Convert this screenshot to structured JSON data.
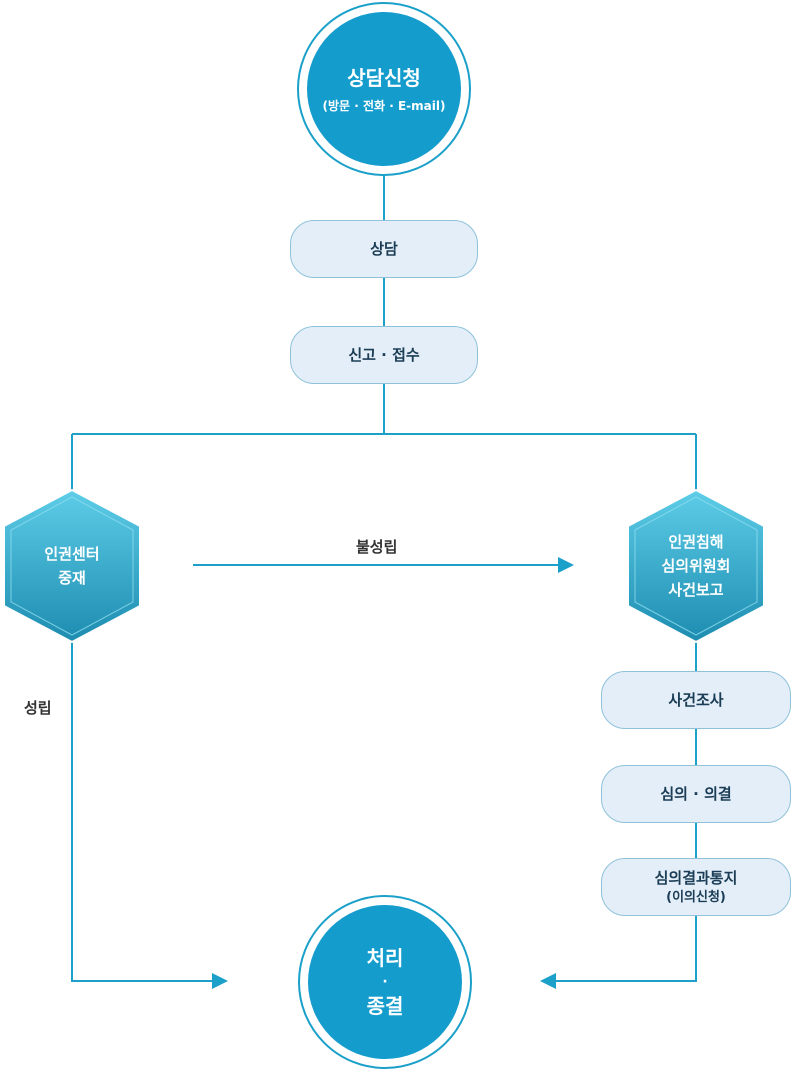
{
  "start_node": {
    "title": "상담신청",
    "subtitle": "(방문 · 전화 · E-mail)"
  },
  "steps": {
    "consult": "상담",
    "report": "신고 · 접수"
  },
  "left_branch": {
    "line1": "인권센터",
    "line2": "중재"
  },
  "right_branch": {
    "line1": "인권침해",
    "line2": "심의위원회",
    "line3": "사건보고"
  },
  "right_steps": {
    "investigation": "사건조사",
    "deliberation": "심의 · 의결",
    "notice_line1": "심의결과통지",
    "notice_line2": "(이의신청)"
  },
  "edge_labels": {
    "failed": "불성립",
    "established": "성립"
  },
  "end_node": {
    "line1": "처리",
    "dot": "·",
    "line2": "종결"
  },
  "colors": {
    "circle_fill": "#149ccd",
    "circle_ring": "#1aa0c9",
    "pill_fill": "#e3eef8",
    "pill_border": "#8fc2da",
    "line": "#1aa0c9",
    "hex_top": "#5dcde8",
    "hex_bottom": "#1d8cb0"
  }
}
